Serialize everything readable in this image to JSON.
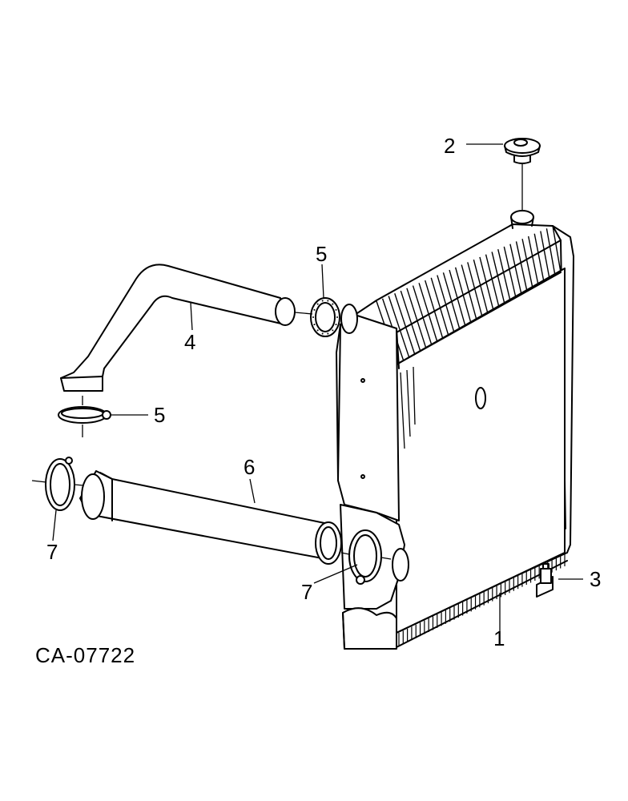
{
  "diagram": {
    "reference_code": "CA-07722",
    "callouts": {
      "radiator": "1",
      "radiator_cap": "2",
      "drain_cock": "3",
      "upper_hose": "4",
      "upper_clamp_radiator": "5",
      "upper_clamp_engine": "5",
      "lower_hose": "6",
      "lower_clamp_engine": "7",
      "lower_clamp_radiator": "7"
    }
  }
}
